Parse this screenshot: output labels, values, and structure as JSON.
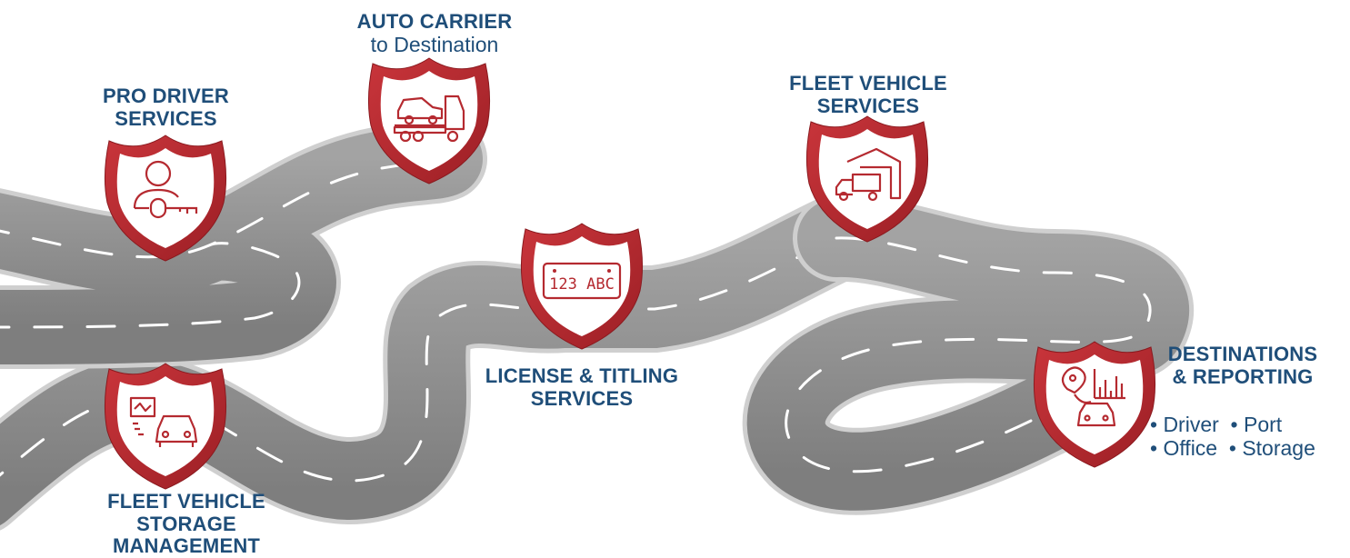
{
  "colors": {
    "label": "#1f4e79",
    "shield_red": "#b52a30",
    "road": "#8f8f8f",
    "road_edge": "#d4d4d4",
    "dash": "#ffffff"
  },
  "stops": {
    "auto_carrier": {
      "title": "AUTO CARRIER",
      "subtitle": "to Destination",
      "icon": "auto-carrier-truck-icon"
    },
    "pro_driver": {
      "line1": "PRO DRIVER",
      "line2": "SERVICES",
      "icon": "driver-with-key-icon"
    },
    "fleet_vehicle_services": {
      "line1": "FLEET VEHICLE",
      "line2": "SERVICES",
      "icon": "garage-truck-icon"
    },
    "license_titling": {
      "line1": "LICENSE & TITLING",
      "line2": "SERVICES",
      "icon": "license-plate-icon",
      "plate_text": "123 ABC"
    },
    "storage_management": {
      "line1": "FLEET VEHICLE",
      "line2": "STORAGE MANAGEMENT",
      "icon": "storage-monitor-car-icon"
    },
    "destinations_reporting": {
      "line1": "DESTINATIONS",
      "line2": "& REPORTING",
      "bullets_row1": "• Driver  • Port",
      "bullets_row2": "• Office  • Storage",
      "icon": "location-chart-car-icon"
    }
  }
}
